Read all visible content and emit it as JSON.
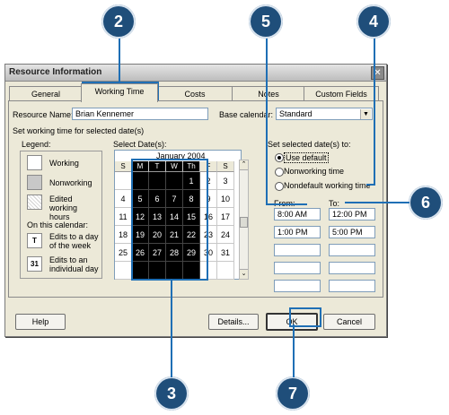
{
  "callouts": [
    "2",
    "5",
    "4",
    "6",
    "3",
    "7"
  ],
  "dialog": {
    "title": "Resource Information",
    "close_glyph": "✕",
    "tabs": [
      "General",
      "Working Time",
      "Costs",
      "Notes",
      "Custom Fields"
    ],
    "resource_name_label": "Resource Name:",
    "resource_name_value": "Brian Kennemer",
    "base_calendar_label": "Base calendar:",
    "base_calendar_value": "Standard",
    "set_working_time_label": "Set working time for selected date(s)",
    "legend": {
      "title": "Legend:",
      "working": "Working",
      "nonworking": "Nonworking",
      "edited": "Edited working hours",
      "on_calendar": "On this calendar:",
      "day_of_week_glyph": "T",
      "day_of_week": "Edits to a day of the week",
      "individual_day_glyph": "31",
      "individual_day": "Edits to an individual day"
    },
    "select_dates_label": "Select Date(s):",
    "calendar": {
      "month": "January 2004",
      "days": [
        "S",
        "M",
        "T",
        "W",
        "Th",
        "F",
        "S"
      ],
      "weeks": [
        [
          "",
          "",
          "",
          "",
          "1",
          "2",
          "3"
        ],
        [
          "4",
          "5",
          "6",
          "7",
          "8",
          "9",
          "10"
        ],
        [
          "11",
          "12",
          "13",
          "14",
          "15",
          "16",
          "17"
        ],
        [
          "18",
          "19",
          "20",
          "21",
          "22",
          "23",
          "24"
        ],
        [
          "25",
          "26",
          "27",
          "28",
          "29",
          "30",
          "31"
        ],
        [
          "",
          "",
          "",
          "",
          "",
          "",
          ""
        ]
      ]
    },
    "set_selected_label": "Set selected date(s) to:",
    "radio_options": [
      "Use default",
      "Nonworking time",
      "Nondefault working time"
    ],
    "from_label": "From:",
    "to_label": "To:",
    "from_values": [
      "8:00 AM",
      "1:00 PM",
      "",
      "",
      ""
    ],
    "to_values": [
      "12:00 PM",
      "5:00 PM",
      "",
      "",
      ""
    ],
    "buttons": {
      "help": "Help",
      "details": "Details...",
      "ok": "OK",
      "cancel": "Cancel"
    }
  },
  "colors": {
    "callout": "#1f4e7a",
    "callout_line": "#1f6fb5",
    "selection": "#000000"
  }
}
